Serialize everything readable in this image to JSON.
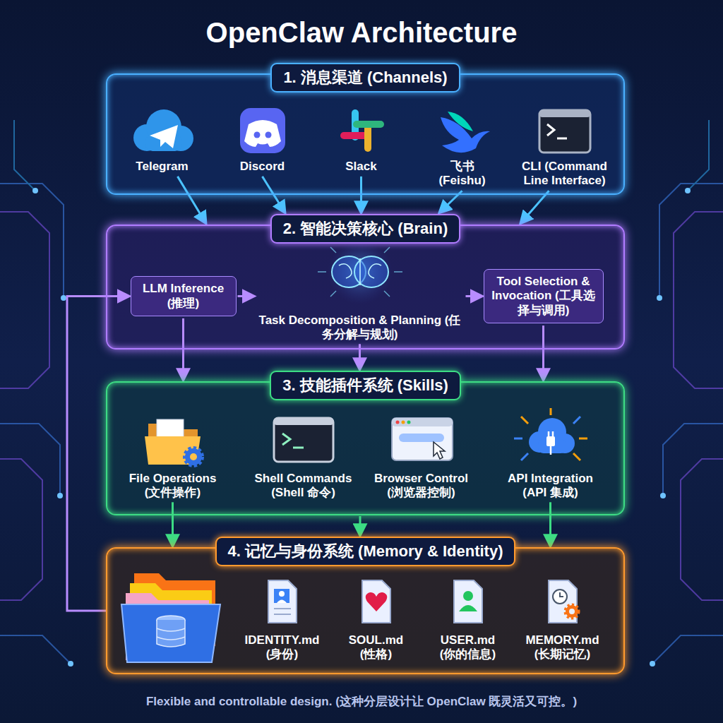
{
  "diagram": {
    "title": "OpenClaw Architecture",
    "caption": "Flexible and controllable design. (这种分层设计让 OpenClaw 既灵活又可控。)",
    "nodes": [
      {
        "text": [
          "1. 消息渠道 (Channels)"
        ]
      },
      {
        "text": [
          "Telegram"
        ],
        "in": 0
      },
      {
        "text": [
          "Discord"
        ],
        "in": 0
      },
      {
        "text": [
          "Slack"
        ],
        "in": 0
      },
      {
        "text": [
          "飞书 (Feishu)"
        ],
        "in": 0
      },
      {
        "text": [
          "CLI (Command Line Interface)"
        ],
        "in": 0
      },
      {
        "text": [
          "2. 智能决策核心 (Brain)"
        ]
      },
      {
        "text": [
          "LLM Inference (推理)"
        ],
        "in": 6
      },
      {
        "text": [
          "Task Decomposition & Planning (任务分解与规划)"
        ],
        "in": 6
      },
      {
        "text": [
          "Tool Selection & Invocation (工具选择与调用)"
        ],
        "in": 6
      },
      {
        "text": [
          "3. 技能插件系统 (Skills)"
        ]
      },
      {
        "text": [
          "File Operations (文件操作)"
        ],
        "in": 10
      },
      {
        "text": [
          "Shell Commands (Shell 命令)"
        ],
        "in": 10
      },
      {
        "text": [
          "Browser Control (浏览器控制)"
        ],
        "in": 10
      },
      {
        "text": [
          "API Integration (API 集成)"
        ],
        "in": 10
      },
      {
        "text": [
          "4. 记忆与身份系统 (Memory & Identity)"
        ]
      },
      {
        "text": [
          "IDENTITY.md (身份)"
        ],
        "in": 15
      },
      {
        "text": [
          "SOUL.md (性格)"
        ],
        "in": 15
      },
      {
        "text": [
          "USER.md (你的信息)"
        ],
        "in": 15
      },
      {
        "text": [
          "MEMORY.md (长期记忆)"
        ],
        "in": 15
      }
    ],
    "edges": [
      {
        "from": 1,
        "to": 6,
        "arrow": "to"
      },
      {
        "from": 2,
        "to": 6,
        "arrow": "to"
      },
      {
        "from": 3,
        "to": 6,
        "arrow": "to"
      },
      {
        "from": 4,
        "to": 6,
        "arrow": "to"
      },
      {
        "from": 5,
        "to": 6,
        "arrow": "to"
      },
      {
        "from": 7,
        "to": 8,
        "arrow": "to"
      },
      {
        "from": 8,
        "to": 9,
        "arrow": "to"
      },
      {
        "from": 7,
        "to": 10,
        "arrow": "to"
      },
      {
        "from": 8,
        "to": 10,
        "arrow": "to"
      },
      {
        "from": 9,
        "to": 10,
        "arrow": "to"
      },
      {
        "from": 11,
        "to": 15,
        "arrow": "to"
      },
      {
        "from": 10,
        "to": 15,
        "arrow": "to"
      },
      {
        "from": 14,
        "to": 15,
        "arrow": "to"
      },
      {
        "from": 15,
        "to": 7,
        "arrow": "to"
      }
    ]
  }
}
